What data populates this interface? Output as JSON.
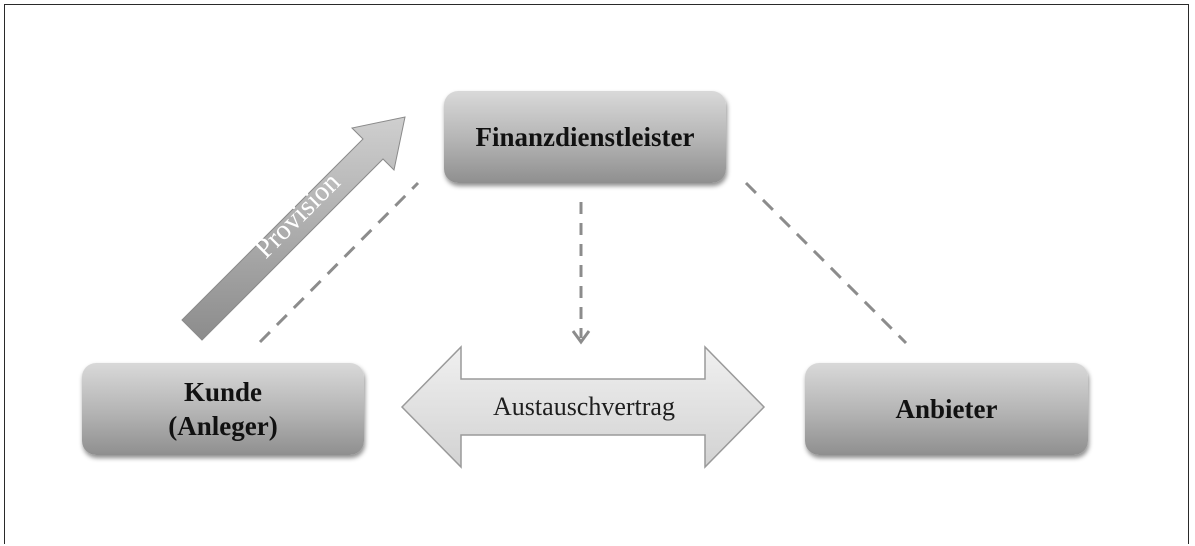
{
  "nodes": {
    "finanz": {
      "label": "Finanzdienstleister"
    },
    "kunde": {
      "line1": "Kunde",
      "line2": "(Anleger)"
    },
    "anbieter": {
      "label": "Anbieter"
    }
  },
  "arrows": {
    "exchange": {
      "label": "Austauschvertrag"
    },
    "provision": {
      "label": "Provision"
    }
  }
}
